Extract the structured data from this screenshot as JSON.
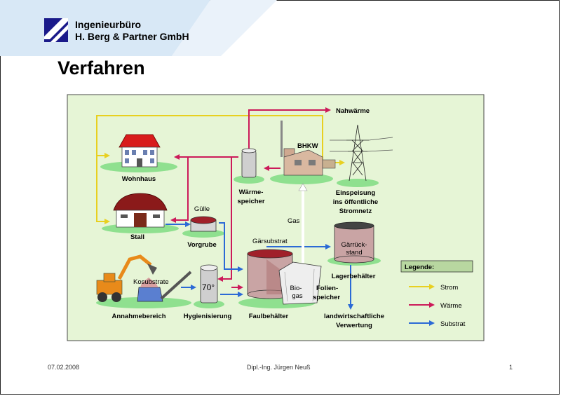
{
  "header": {
    "company_line1": "Ingenieurbüro",
    "company_line2": "H. Berg & Partner GmbH",
    "title": "Verfahren"
  },
  "diagram": {
    "labels": {
      "wohnhaus": "Wohnhaus",
      "stall": "Stall",
      "guelle": "Gülle",
      "vorgrube": "Vorgrube",
      "waerme_l1": "Wärme-",
      "waerme_l2": "speicher",
      "bhkw": "BHKW",
      "nahwaerme": "Nahwärme",
      "einsp_l1": "Einspeisung",
      "einsp_l2": "ins öffentliche",
      "einsp_l3": "Stromnetz",
      "gas": "Gas",
      "gaersubstrat": "Gärsubstrat",
      "gaerrueck_l1": "Gärrück-",
      "gaerrueck_l2": "stand",
      "lagerbehaelter": "Lagerbehälter",
      "kosubstrate": "Kosubstrate",
      "temp": "70°",
      "biogas_l1": "Bio-",
      "biogas_l2": "gas",
      "folien_l1": "Folien-",
      "folien_l2": "speicher",
      "annahmebereich": "Annahmebereich",
      "hygienisierung": "Hygienisierung",
      "faulbehaelter": "Faulbehälter",
      "landw_l1": "landwirtschaftliche",
      "landw_l2": "Verwertung"
    },
    "legend": {
      "title": "Legende:",
      "strom": "Strom",
      "waerme": "Wärme",
      "substrat": "Substrat"
    },
    "colors": {
      "background": "#e6f5d6",
      "strom": "#f2ec3a",
      "waerme": "#cc1a5a",
      "substrat": "#2b6ad6",
      "gas": "#ffffff"
    }
  },
  "footer": {
    "date": "07.02.2008",
    "author": "Dipl.-Ing. Jürgen Neuß",
    "page": "1"
  }
}
